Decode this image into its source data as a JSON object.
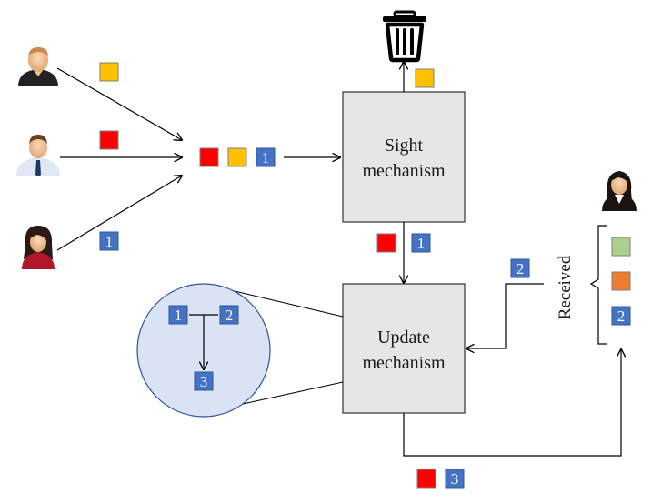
{
  "sight_box": {
    "line1": "Sight",
    "line2": "mechanism"
  },
  "update_box": {
    "line1": "Update",
    "line2": "mechanism"
  },
  "received_label": "Received",
  "tokens": {
    "user3_item": "1",
    "merged_num": "1",
    "sight_out_num": "1",
    "feedback_num": "2",
    "circle_a": "1",
    "circle_b": "2",
    "circle_c": "3",
    "received_num": "2",
    "bottom_num": "3"
  },
  "colors": {
    "yellow": "#ffc000",
    "red": "#ff0000",
    "blue": "#4472c4",
    "green": "#a9d18e",
    "orange": "#ed7d31",
    "box_fill": "#e7e6e6",
    "circle_fill": "#dae3f3",
    "circle_stroke": "#2f5597"
  },
  "icons": {
    "users": [
      "man-user-icon",
      "businessman-user-icon",
      "woman-user-icon"
    ],
    "receiver": "woman-receiver-icon",
    "discard": "trash-can-icon"
  }
}
